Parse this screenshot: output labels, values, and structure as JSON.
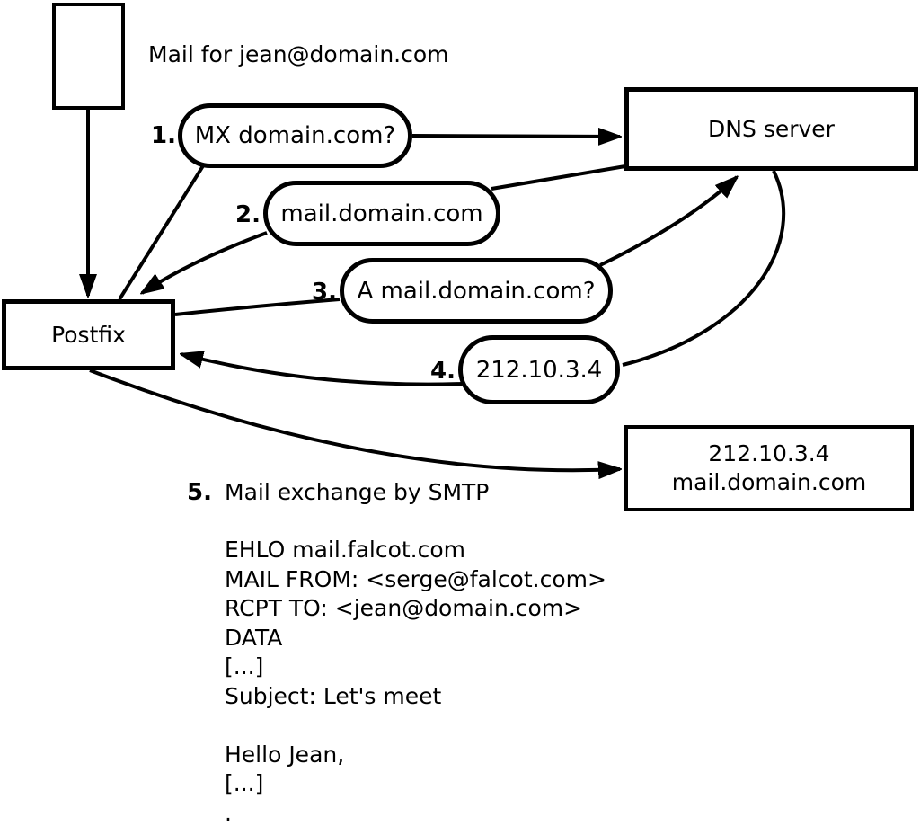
{
  "diagram": {
    "mail_note": "Mail for jean@domain.com",
    "postfix_label": "Postfix",
    "dns_label": "DNS server",
    "target_box": {
      "line1": "212.10.3.4",
      "line2": "mail.domain.com"
    },
    "steps": {
      "s1": {
        "num": "1.",
        "label": "MX domain.com?"
      },
      "s2": {
        "num": "2.",
        "label": "mail.domain.com"
      },
      "s3": {
        "num": "3.",
        "label": "A mail.domain.com?"
      },
      "s4": {
        "num": "4.",
        "label": "212.10.3.4"
      },
      "s5": {
        "num": "5.",
        "label": "Mail exchange by SMTP"
      }
    },
    "smtp": {
      "l1": "EHLO mail.falcot.com",
      "l2": "MAIL FROM: <serge@falcot.com>",
      "l3": "RCPT TO: <jean@domain.com>",
      "l4": "DATA",
      "l5": "[...]",
      "l6": "Subject: Let's meet",
      "l7": "",
      "l8": "Hello Jean,",
      "l9": "[...]",
      "l10": "."
    },
    "colors": {
      "ink": "#000000",
      "background": "#ffffff"
    }
  }
}
